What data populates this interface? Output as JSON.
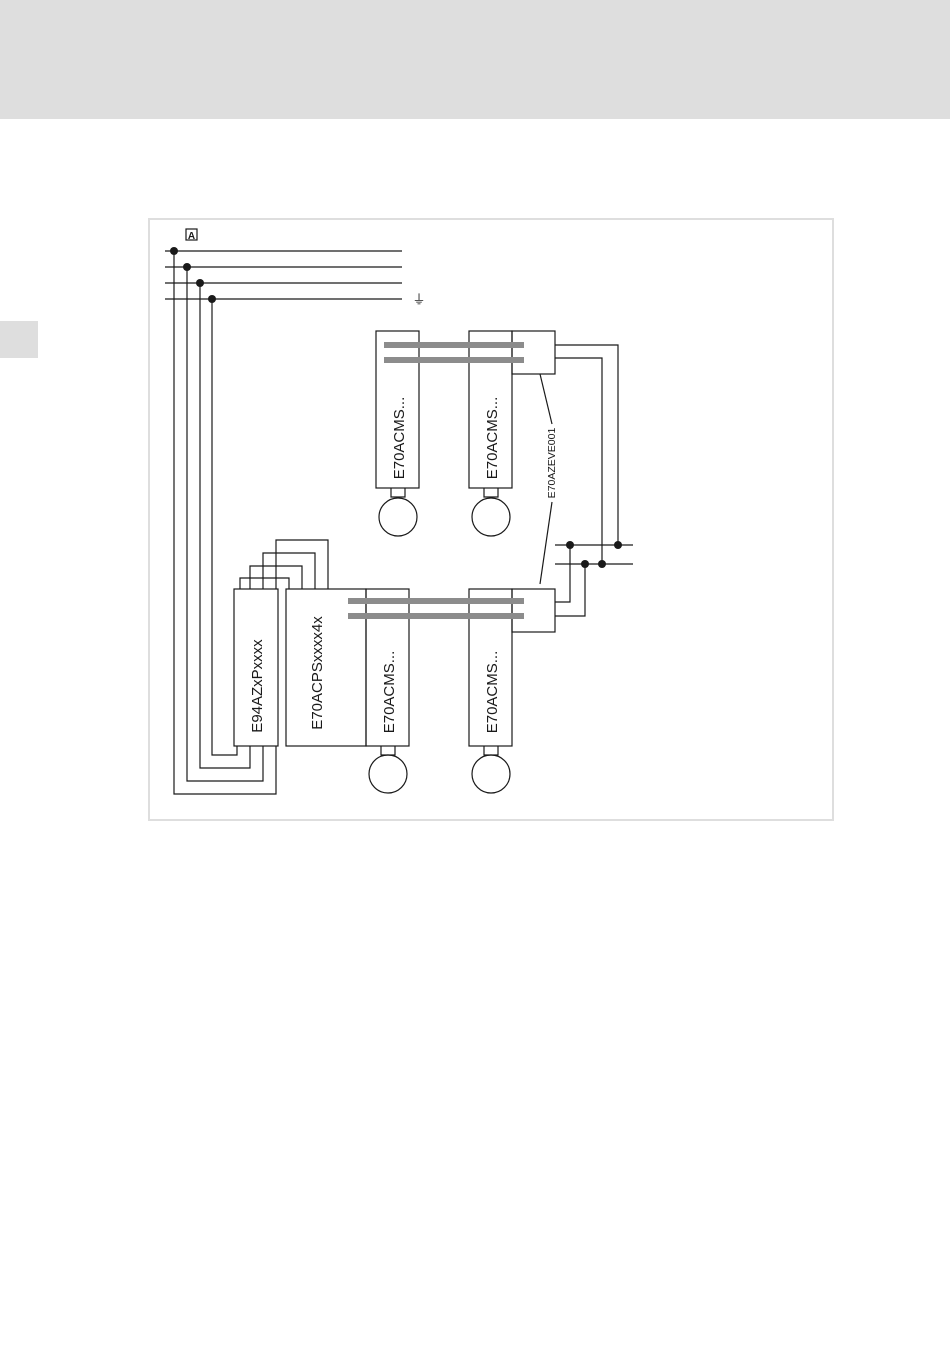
{
  "diagram": {
    "marker": "A",
    "pe_symbol": "⏚",
    "labels": {
      "supply": "E94AZxPxxxx",
      "power_supply": "E70ACPSxxxx4x",
      "axis_module": "E70ACMS...",
      "interface": "E70AZEVE001"
    }
  },
  "colors": {
    "header_band": "#dedede",
    "frame": "#dedede",
    "lines": "#1a1a1a",
    "busbar": "#8c8c8c"
  }
}
